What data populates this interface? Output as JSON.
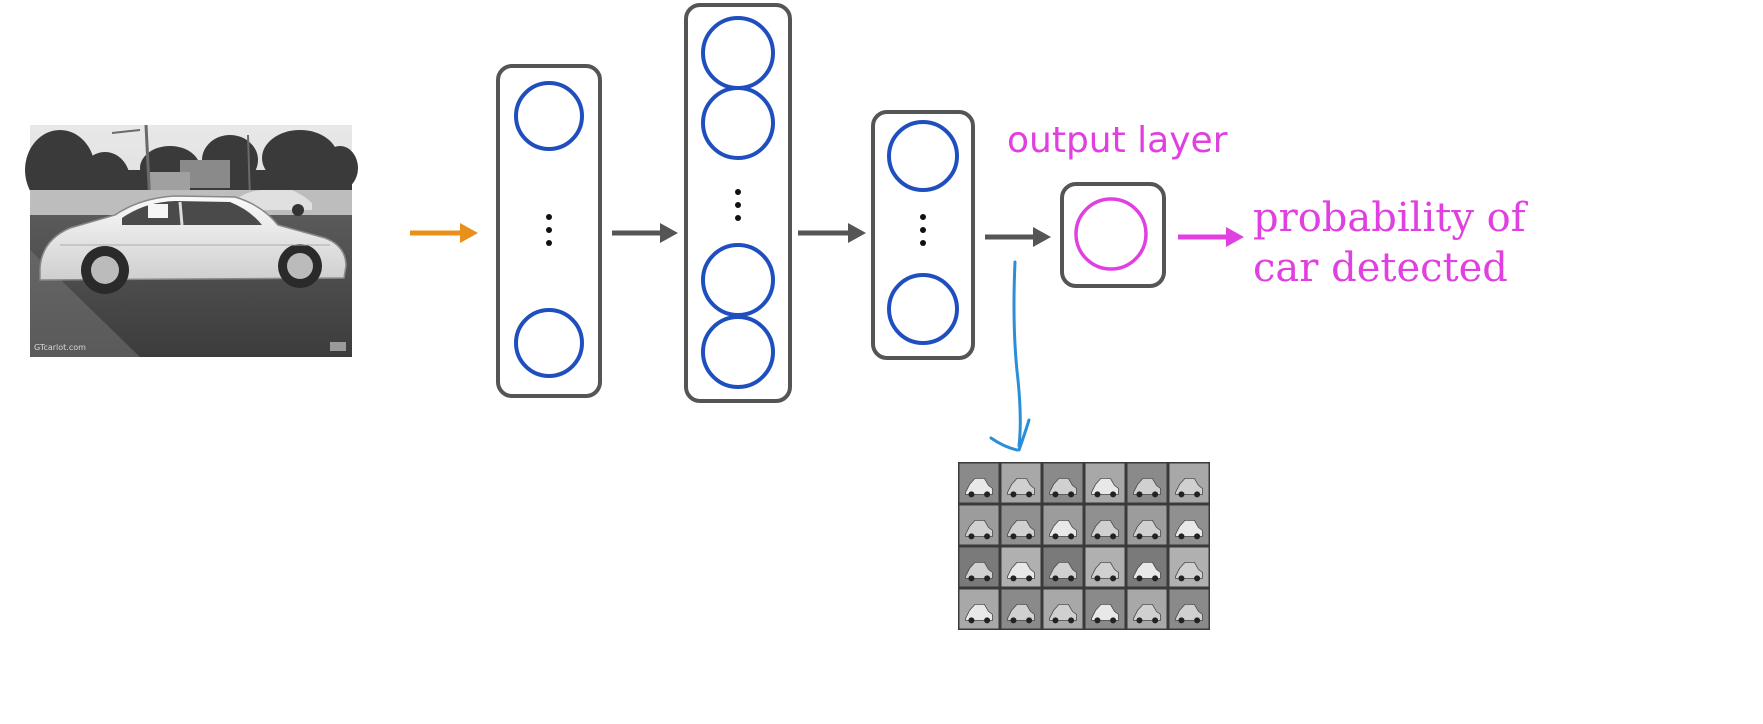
{
  "diagram": {
    "output_layer_label": "output layer",
    "output_label_line1": "probability of",
    "output_label_line2": "car detected",
    "input_image_caption": "GTcarlot.com",
    "input_image_icon": "car-photo-icon",
    "feature_grid_icon": "car-feature-grid-icon",
    "hidden_layers": [
      {
        "visible_nodes": 2,
        "ellipsis": true
      },
      {
        "visible_nodes": 4,
        "ellipsis": true
      },
      {
        "visible_nodes": 2,
        "ellipsis": true
      }
    ],
    "output_nodes": 1,
    "colors": {
      "neuron_blue": "#1f4fbf",
      "output_magenta": "#e040e0",
      "input_arrow_orange": "#e8901a",
      "layer_box_gray": "#555555",
      "arrow_gray": "#555555",
      "curve_blue": "#2a8fd8"
    }
  }
}
